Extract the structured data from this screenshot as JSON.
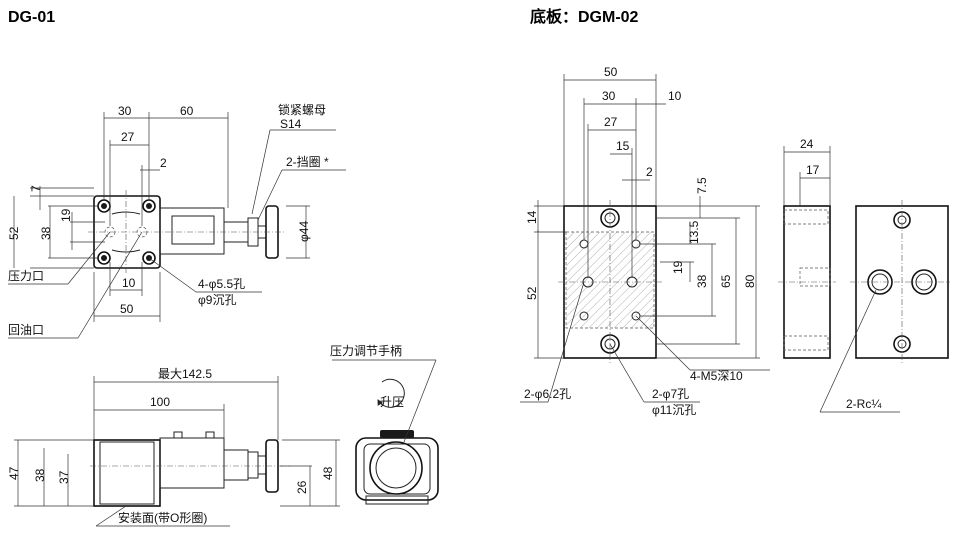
{
  "titles": {
    "left": "DG-01",
    "right": "底板：DGM-02"
  },
  "dg01_top": {
    "d30": "30",
    "d60": "60",
    "d27": "27",
    "d2": "2",
    "d7": "7",
    "d52": "52",
    "d19": "19",
    "d38": "38",
    "d44": "φ44",
    "d10": "10",
    "d50": "50",
    "lock_nut": "锁紧螺母",
    "s14": "S14",
    "retainer": "2-挡圈 *",
    "hole1": "4-φ5.5孔",
    "hole2": "φ9沉孔",
    "pressure_port": "压力口",
    "return_port": "回油口"
  },
  "dg01_side": {
    "max": "最大142.5",
    "d100": "100",
    "d47": "47",
    "d38": "38",
    "d37": "37",
    "d26": "26",
    "d48": "48",
    "mount": "安装面(带O形圈)",
    "handle": "压力调节手柄",
    "rise": "升压"
  },
  "dgm02": {
    "d50": "50",
    "d30": "30",
    "d10": "10",
    "d27": "27",
    "d15": "15",
    "d2": "2",
    "d75": "7.5",
    "d14": "14",
    "d135": "13.5",
    "d19": "19",
    "d38": "38",
    "d65": "65",
    "d80": "80",
    "d52": "52",
    "m5": "4-M5深10",
    "h62": "2-φ6.2孔",
    "h7": "2-φ7孔",
    "h11": "φ11沉孔",
    "d24": "24",
    "d17": "17",
    "rc": "2-Rc¼"
  }
}
